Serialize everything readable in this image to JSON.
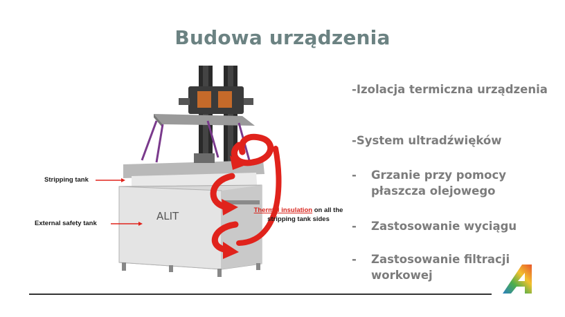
{
  "slide": {
    "title": "Budowa urządzenia",
    "bullets": [
      {
        "dash": "- ",
        "text": "Izolacja termiczna urządzenia"
      },
      {
        "dash": "- ",
        "text": "System ultradźwięków"
      },
      {
        "dash": "-",
        "text": "Grzanie przy pomocy płaszcza olejowego"
      },
      {
        "dash": "-",
        "text": "Zastosowanie wyciągu"
      },
      {
        "dash": "-",
        "text": "Zastosowanie filtracji workowej"
      }
    ]
  },
  "diagram": {
    "label_stripping": "Stripping tank",
    "label_external": "External safety tank",
    "thermal_red": "Thermal insulation",
    "thermal_rest1": " on all  the",
    "thermal_rest2": "stripping tank sides",
    "brand": "ALIT"
  },
  "colors": {
    "title": "#6b8282",
    "bullet": "#7c7c7c",
    "arrow_red": "#e0231c"
  }
}
